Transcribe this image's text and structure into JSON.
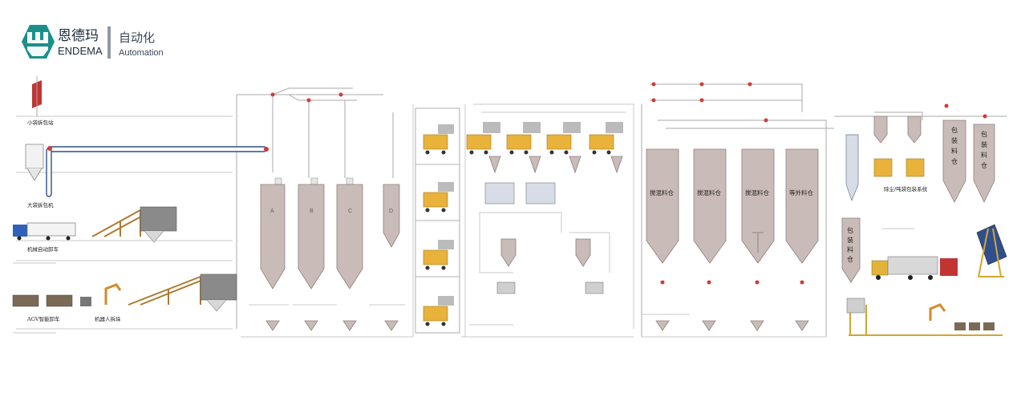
{
  "brand": {
    "name_cn": "恩德玛",
    "name_en": "ENDEMA",
    "tagline_cn": "自动化",
    "tagline_en": "Automation",
    "colors": {
      "logo_teal": "#1b8f8a",
      "silo": "#c9bcb8",
      "valve": "#d23a3a",
      "machine_yellow": "#e9b23a",
      "pipe": "#a9a9a9"
    }
  },
  "labels": {
    "small_bag_unpacking": "小袋拆包站",
    "big_bag_unpacker": "大袋拆包机",
    "mech_auto_unloading": "机械自动卸车",
    "agv_smart_truck": "AGV智能卸车",
    "robot_unpacking": "机器人拆垛",
    "dust_bagging_system": "除尘/吨袋包装系统"
  },
  "silos": {
    "a": "A",
    "b": "B",
    "c": "C",
    "d": "D",
    "mix1": "搅混料仓",
    "mix2": "搅混料仓",
    "mix3": "搅混料仓",
    "other": "等外料仓",
    "pack_left": [
      "包",
      "装",
      "料",
      "仓"
    ],
    "pack_r1": [
      "包",
      "装",
      "料",
      "仓"
    ],
    "pack_r2": [
      "包",
      "装",
      "料",
      "仓"
    ]
  }
}
